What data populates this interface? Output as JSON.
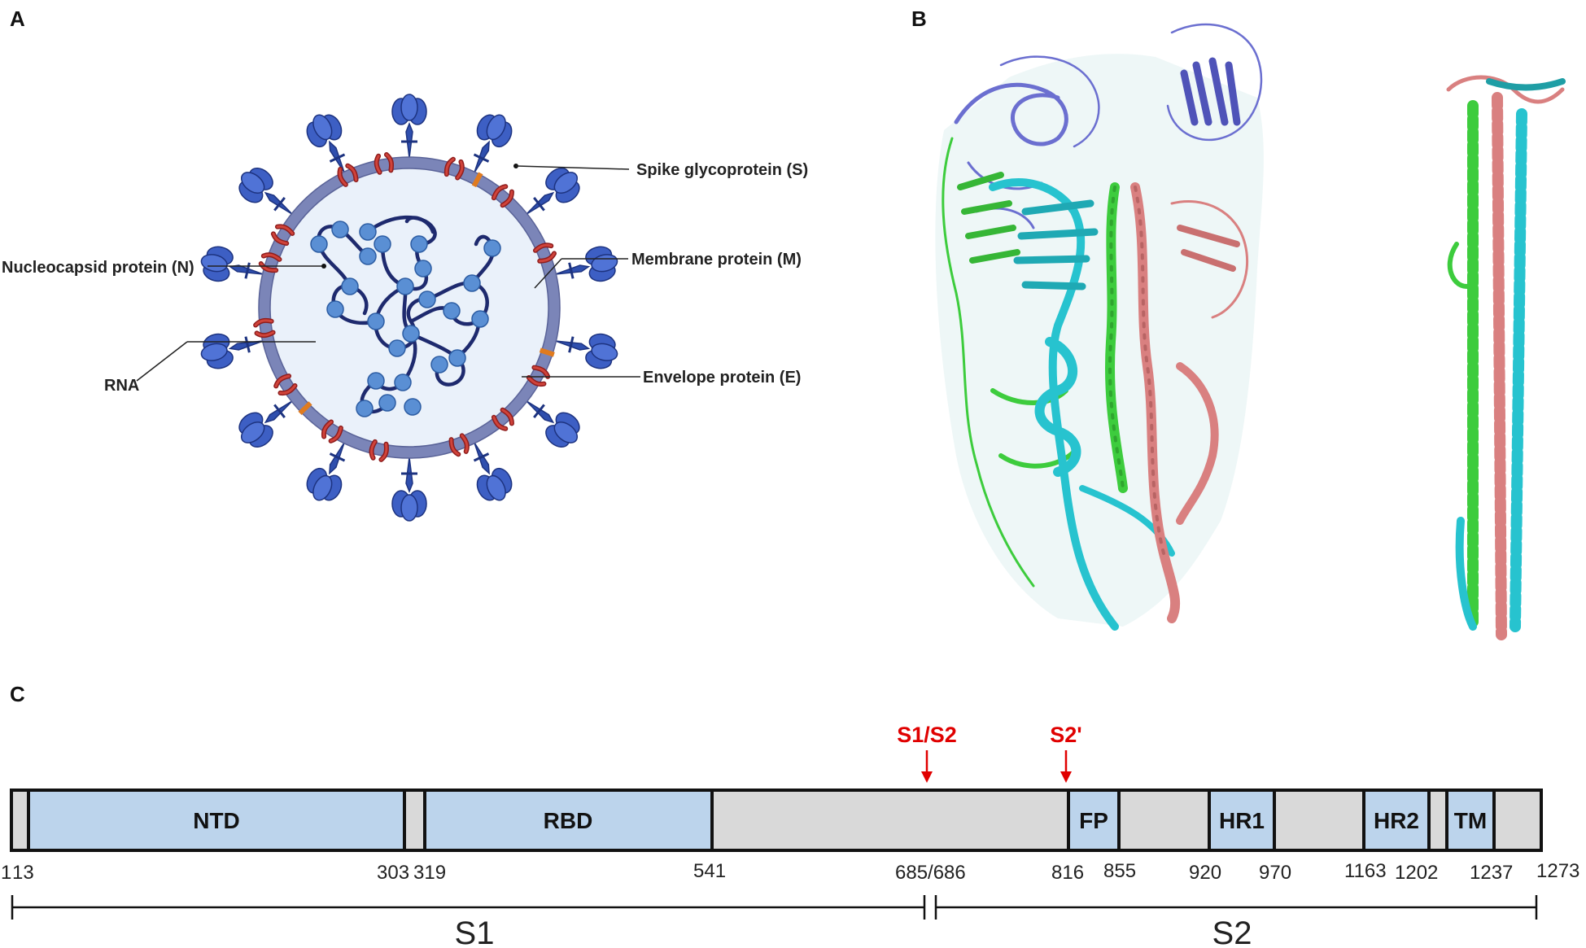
{
  "panels": {
    "a": "A",
    "b": "B",
    "c": "C"
  },
  "virion_labels": {
    "spike": "Spike glycoprotein (S)",
    "membrane": "Membrane protein  (M)",
    "nucleocapsid": "Nucleocapsid protein (N)",
    "rna": "RNA",
    "envelope": "Envelope protein  (E)"
  },
  "colors": {
    "spike": "#3d5fc4",
    "spike_dark": "#243b8a",
    "membrane_protein": "#c0392b",
    "envelope_protein": "#e07b1f",
    "membrane_ring": "#7b85b8",
    "interior": "#eaf1fa",
    "rna": "#1e2a6e",
    "nucleocapsid": "#5a8fd4",
    "domain_fill": "#bcd4ec",
    "backbone_fill": "#d9d9d9",
    "cleavage": "#e00000",
    "chain_cyan": "#27c3cf",
    "chain_green": "#3dcc3d",
    "chain_salmon": "#d98080",
    "chain_slate": "#6b6fd0"
  },
  "structure": {
    "cleavage_sites": [
      "S1/S2",
      "S2'"
    ],
    "domains": [
      {
        "label": "NTD"
      },
      {
        "label": "RBD"
      },
      {
        "label": "FP"
      },
      {
        "label": "HR1"
      },
      {
        "label": "HR2"
      },
      {
        "label": "TM"
      }
    ],
    "positions": [
      "1",
      "13",
      "303",
      "319",
      "541",
      "685/686",
      "816",
      "855",
      "920",
      "970",
      "1163",
      "1202",
      "1237",
      "1273"
    ],
    "subunits": [
      "S1",
      "S2"
    ]
  }
}
